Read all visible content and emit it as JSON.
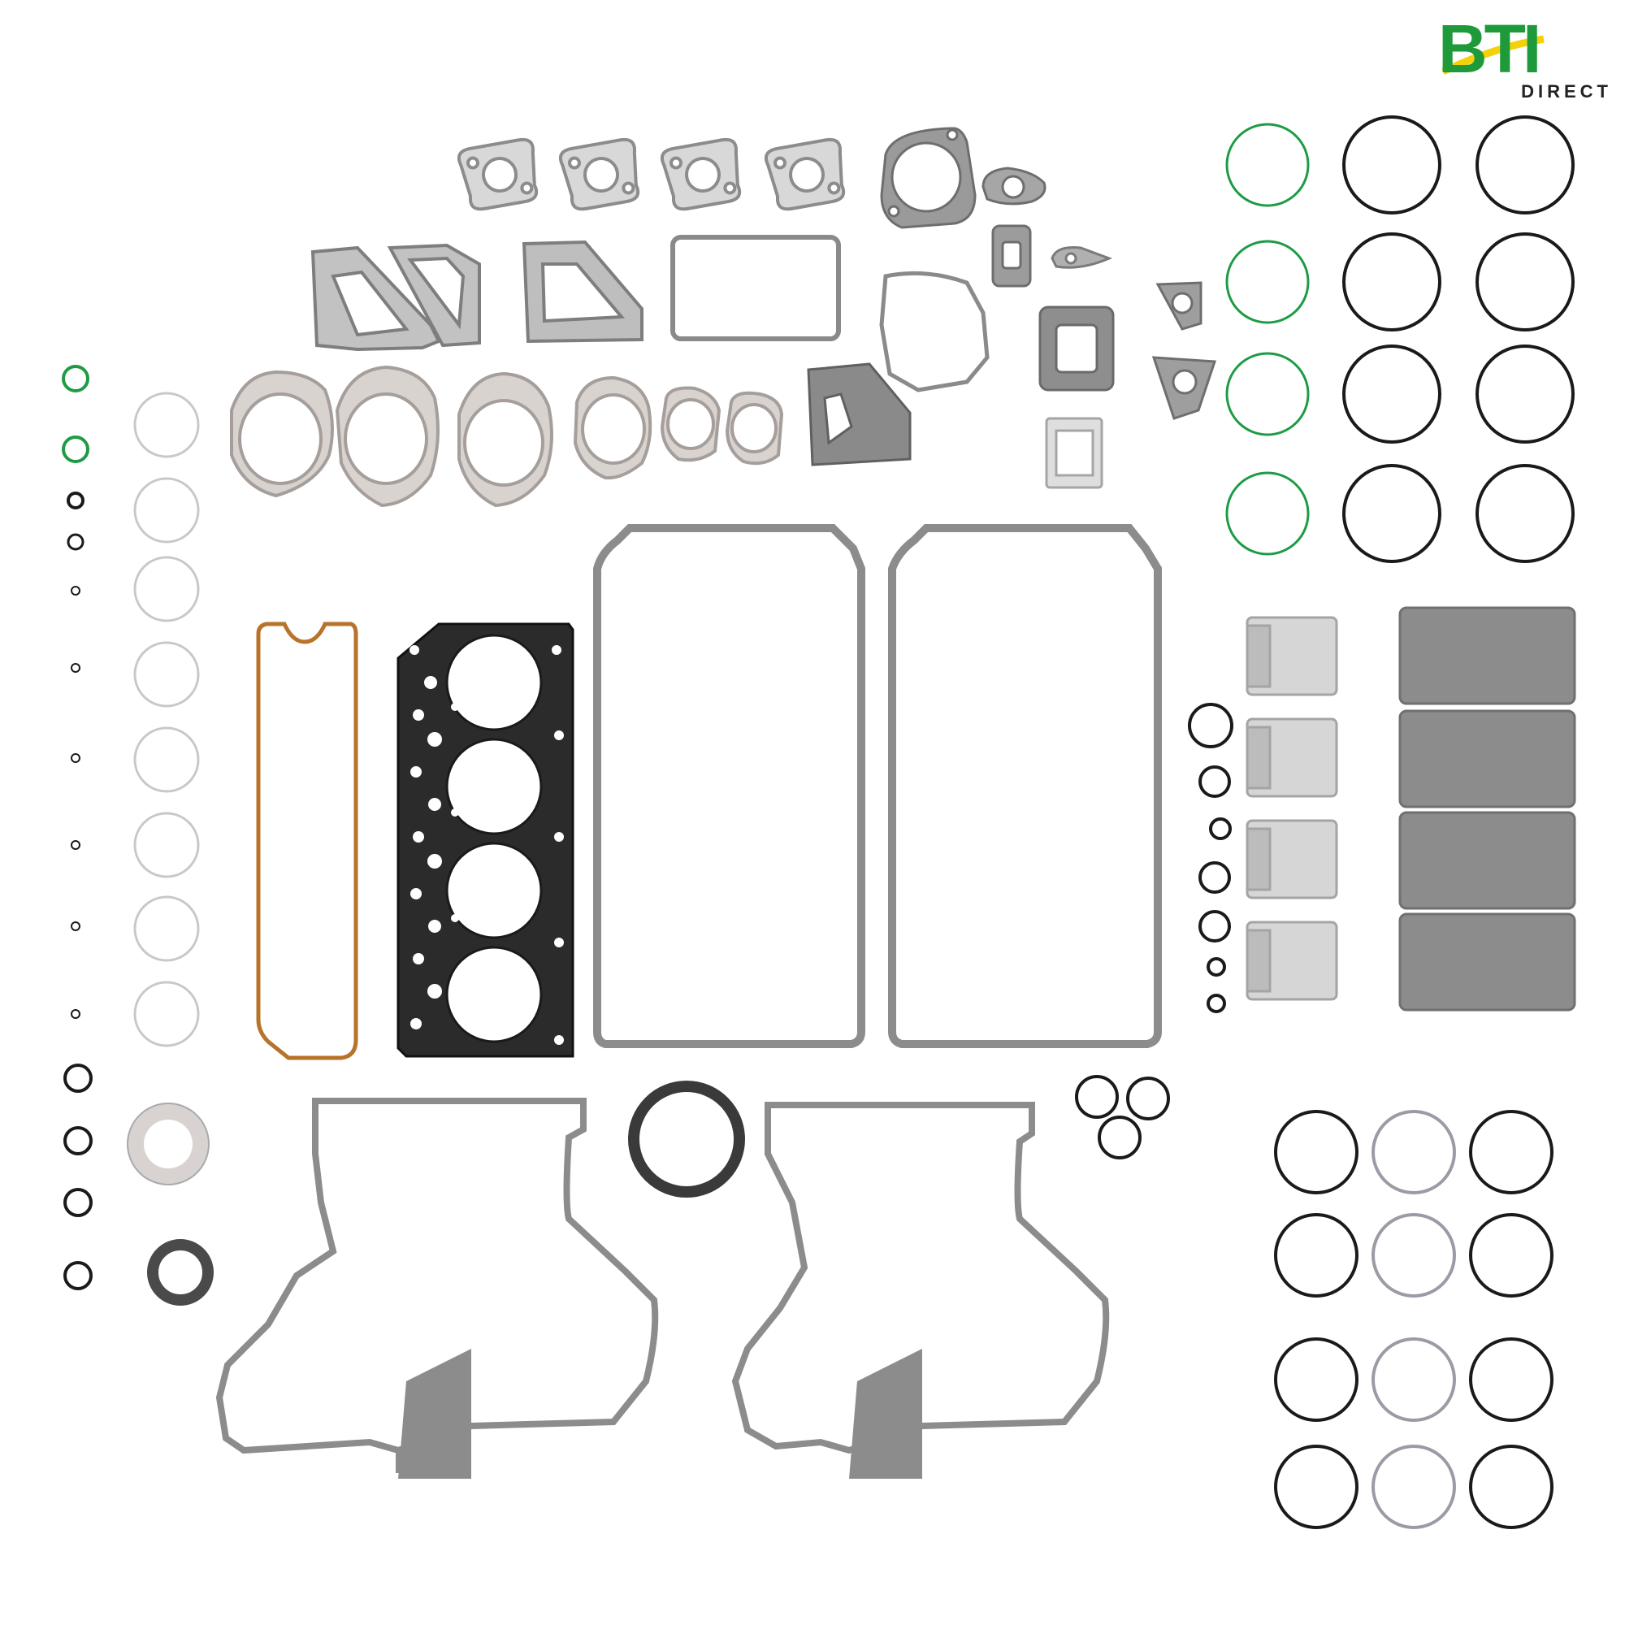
{
  "brand": {
    "name": "BTI",
    "sub": "DIRECT",
    "green": "#1f9a3a",
    "yellow": "#f4d20b"
  },
  "colors": {
    "gasket_fill": "#c9c9c9",
    "gasket_stroke": "#8c8c8c",
    "dark_gasket": "#2b2b2b",
    "oring_black": "#1a1a1a",
    "oring_green": "#1e9b45",
    "oring_gray": "#9d9aa6",
    "oring_light": "#c5c5c5",
    "orange": "#b8732a",
    "sleeve": "#8c8c8c",
    "piston": "#d6d6d6"
  },
  "kit": {
    "parts": [
      "exhaust-manifold-gasket",
      "exhaust-manifold-gasket",
      "exhaust-manifold-gasket",
      "exhaust-manifold-gasket",
      "thermostat-housing-gasket",
      "outlet-gasket",
      "cover-gasket",
      "rocker-cover-gasket",
      "cylinder-head-gasket",
      "oil-pan-gasket",
      "oil-pan-gasket",
      "timing-gear-cover-gasket",
      "timing-gear-cover-gasket",
      "crankshaft-rear-seal",
      "crankshaft-front-seal",
      "thrust-washer",
      "cylinder-liner",
      "cylinder-liner",
      "cylinder-liner",
      "cylinder-liner",
      "liner-packing",
      "liner-packing",
      "liner-packing",
      "liner-packing"
    ]
  }
}
